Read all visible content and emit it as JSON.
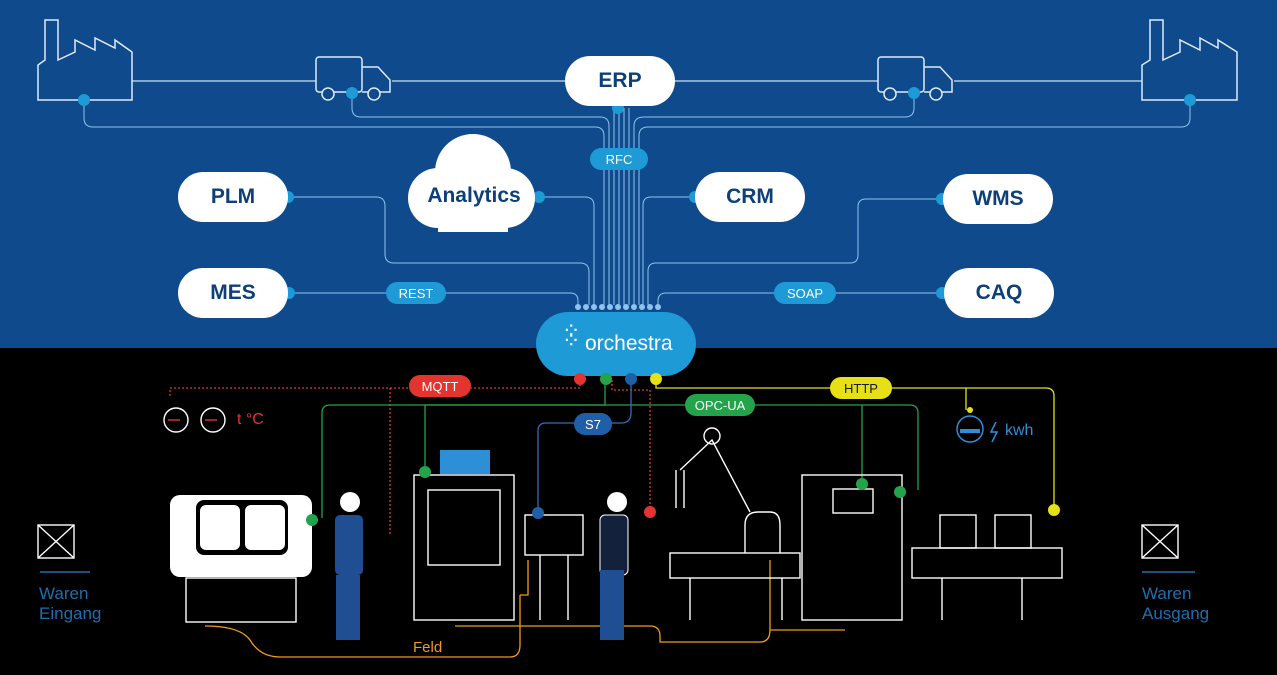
{
  "systems": {
    "erp": "ERP",
    "analytics": "Analytics",
    "plm": "PLM",
    "crm": "CRM",
    "wms": "WMS",
    "mes": "MES",
    "caq": "CAQ"
  },
  "hub": "orchestra",
  "protocols": {
    "rfc": "RFC",
    "rest": "REST",
    "soap": "SOAP",
    "mqtt": "MQTT",
    "s7": "S7",
    "opcua": "OPC-UA",
    "http": "HTTP"
  },
  "field": {
    "temp": "t °C",
    "energy": "kwh",
    "feld": "Feld",
    "in_line1": "Waren",
    "in_line2": "Eingang",
    "out_line1": "Waren",
    "out_line2": "Ausgang"
  },
  "colors": {
    "top_bg": "#0f4a8c",
    "pill": "#1e9ad6",
    "mqtt": "#e3342f",
    "opcua": "#23a34a",
    "s7": "#1f5fa8",
    "http": "#e8e017",
    "feld": "#f29a1d"
  }
}
